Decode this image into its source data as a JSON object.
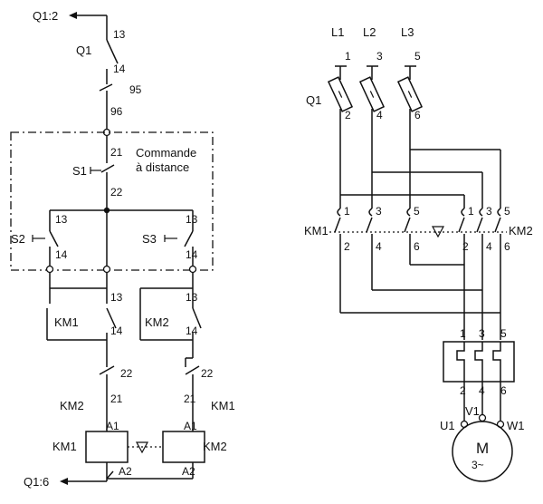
{
  "control": {
    "ref_top": "Q1:2",
    "ref_bottom": "Q1:6",
    "q1": "Q1",
    "t13": "13",
    "t14": "14",
    "t95": "95",
    "t96": "96",
    "t21": "21",
    "t22": "22",
    "remote_line1": "Commande",
    "remote_line2": "à distance",
    "s1": "S1",
    "s2": "S2",
    "s3": "S3",
    "s2_13": "13",
    "s2_14": "14",
    "s3_13": "13",
    "s3_14": "14",
    "km1_13": "13",
    "km1_14": "14",
    "km2_13": "13",
    "km2_14": "14",
    "km1_contact": "KM1",
    "km2_contact": "KM2",
    "l22": "22",
    "l21": "21",
    "r22": "22",
    "r21": "21",
    "km2_nc": "KM2",
    "km1_nc": "KM1",
    "km1_coil": "KM1",
    "km2_coil": "KM2",
    "a1_left": "A1",
    "a2_left": "A2",
    "a1_right": "A1",
    "a2_right": "A2"
  },
  "power": {
    "l1": "L1",
    "l2": "L2",
    "l3": "L3",
    "t1": "1",
    "t3": "3",
    "t5": "5",
    "q1": "Q1",
    "f2": "2",
    "f4": "4",
    "f6": "6",
    "km1": "KM1",
    "km2": "KM2",
    "km1_1": "1",
    "km1_3": "3",
    "km1_5": "5",
    "km1_2": "2",
    "km1_4": "4",
    "km1_6": "6",
    "km2_1": "1",
    "km2_3": "3",
    "km2_5": "5",
    "km2_2": "2",
    "km2_4": "4",
    "km2_6": "6",
    "ol_1": "1",
    "ol_3": "3",
    "ol_5": "5",
    "ol_2": "2",
    "ol_4": "4",
    "ol_6": "6",
    "u1": "U1",
    "v1": "V1",
    "w1": "W1",
    "motor": "M",
    "motor_sub": "3~"
  }
}
